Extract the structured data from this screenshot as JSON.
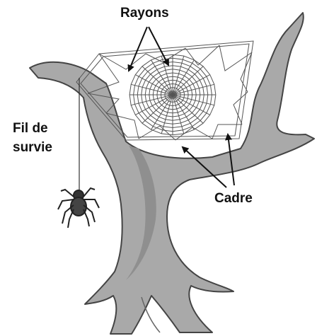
{
  "labels": {
    "rayons": "Rayons",
    "fil_de_survie_line1": "Fil de",
    "fil_de_survie_line2": "survie",
    "cadre": "Cadre"
  },
  "colors": {
    "tree_fill": "#a9a9a9",
    "tree_outline": "#444444",
    "web_lines": "#555555",
    "spider": "#222222",
    "text": "#111111"
  }
}
